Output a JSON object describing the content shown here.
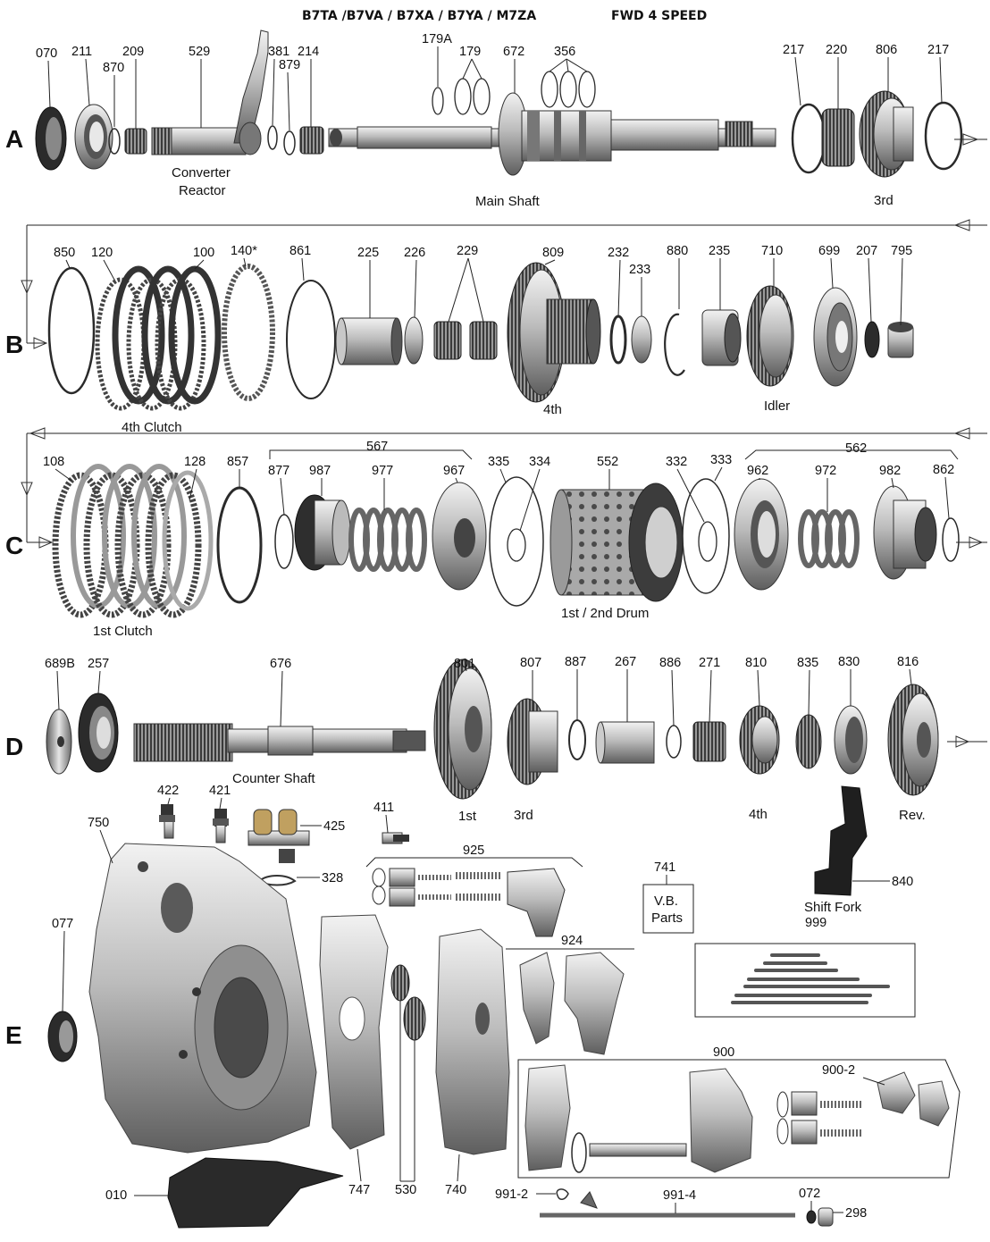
{
  "title": "B7TA /B7VA / B7XA / B7YA / M7ZA",
  "subtitle": "FWD 4  SPEED",
  "rows": {
    "a": "A",
    "b": "B",
    "c": "C",
    "d": "D",
    "e": "E"
  },
  "numbers": {
    "n070": "070",
    "n211": "211",
    "n870": "870",
    "n209": "209",
    "n529": "529",
    "n381": "381",
    "n879": "879",
    "n214": "214",
    "n179a": "179A",
    "n179": "179",
    "n672": "672",
    "n356": "356",
    "n217a": "217",
    "n220": "220",
    "n806": "806",
    "n217b": "217",
    "n850": "850",
    "n120": "120",
    "n100": "100",
    "n140": "140*",
    "n861": "861",
    "n225": "225",
    "n226": "226",
    "n229": "229",
    "n809": "809",
    "n232": "232",
    "n233": "233",
    "n880": "880",
    "n235": "235",
    "n710": "710",
    "n699": "699",
    "n207": "207",
    "n795": "795",
    "n108": "108",
    "n128": "128",
    "n857": "857",
    "n567": "567",
    "n877": "877",
    "n987": "987",
    "n977": "977",
    "n967": "967",
    "n335": "335",
    "n334": "334",
    "n552": "552",
    "n332": "332",
    "n333": "333",
    "n562": "562",
    "n962": "962",
    "n972": "972",
    "n982": "982",
    "n862": "862",
    "n689b": "689B",
    "n257": "257",
    "n676": "676",
    "n801": "801",
    "n807": "807",
    "n887": "887",
    "n267": "267",
    "n886": "886",
    "n271": "271",
    "n810": "810",
    "n835": "835",
    "n830": "830",
    "n816": "816",
    "n422": "422",
    "n421": "421",
    "n425": "425",
    "n411": "411",
    "n925": "925",
    "n328": "328",
    "n750": "750",
    "n077": "077",
    "n741": "741",
    "n840": "840",
    "n999": "999",
    "n924": "924",
    "n900": "900",
    "n9002": "900-2",
    "n010": "010",
    "n747": "747",
    "n530": "530",
    "n740": "740",
    "n9912": "991-2",
    "n9914": "991-4",
    "n072": "072",
    "n298": "298"
  },
  "captions": {
    "converter1": "Converter",
    "converter2": "Reactor",
    "mainshaft": "Main Shaft",
    "third_a": "3rd",
    "clutch4": "4th Clutch",
    "fourth_b": "4th",
    "idler": "Idler",
    "clutch1": "1st Clutch",
    "drum": "1st / 2nd Drum",
    "countershaft": "Counter  Shaft",
    "first": "1st",
    "third_d": "3rd",
    "fourth_d": "4th",
    "rev": "Rev.",
    "vb1": "V.B.",
    "vb2": "Parts",
    "shiftfork": "Shift Fork"
  },
  "colors": {
    "ink": "#111111",
    "metal_light": "#d8d8d8",
    "metal_dark": "#6e6e6e",
    "paper": "#ffffff"
  }
}
